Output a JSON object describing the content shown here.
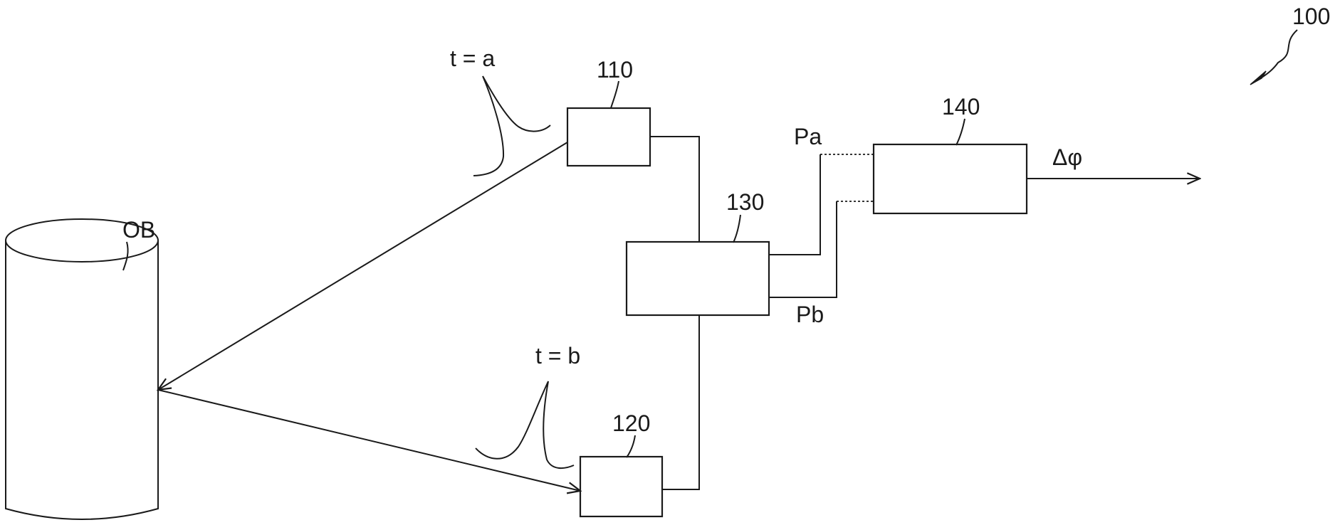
{
  "figure_ref": "100",
  "object": {
    "label": "OB"
  },
  "blocks": {
    "sensor_a": {
      "label": "110"
    },
    "sensor_b": {
      "label": "120"
    },
    "processor": {
      "label": "130"
    },
    "comparator": {
      "label": "140"
    }
  },
  "pulses": {
    "a": {
      "label": "t = a"
    },
    "b": {
      "label": "t = b"
    }
  },
  "signals": {
    "pa": "Pa",
    "pb": "Pb",
    "output": "Δφ"
  }
}
